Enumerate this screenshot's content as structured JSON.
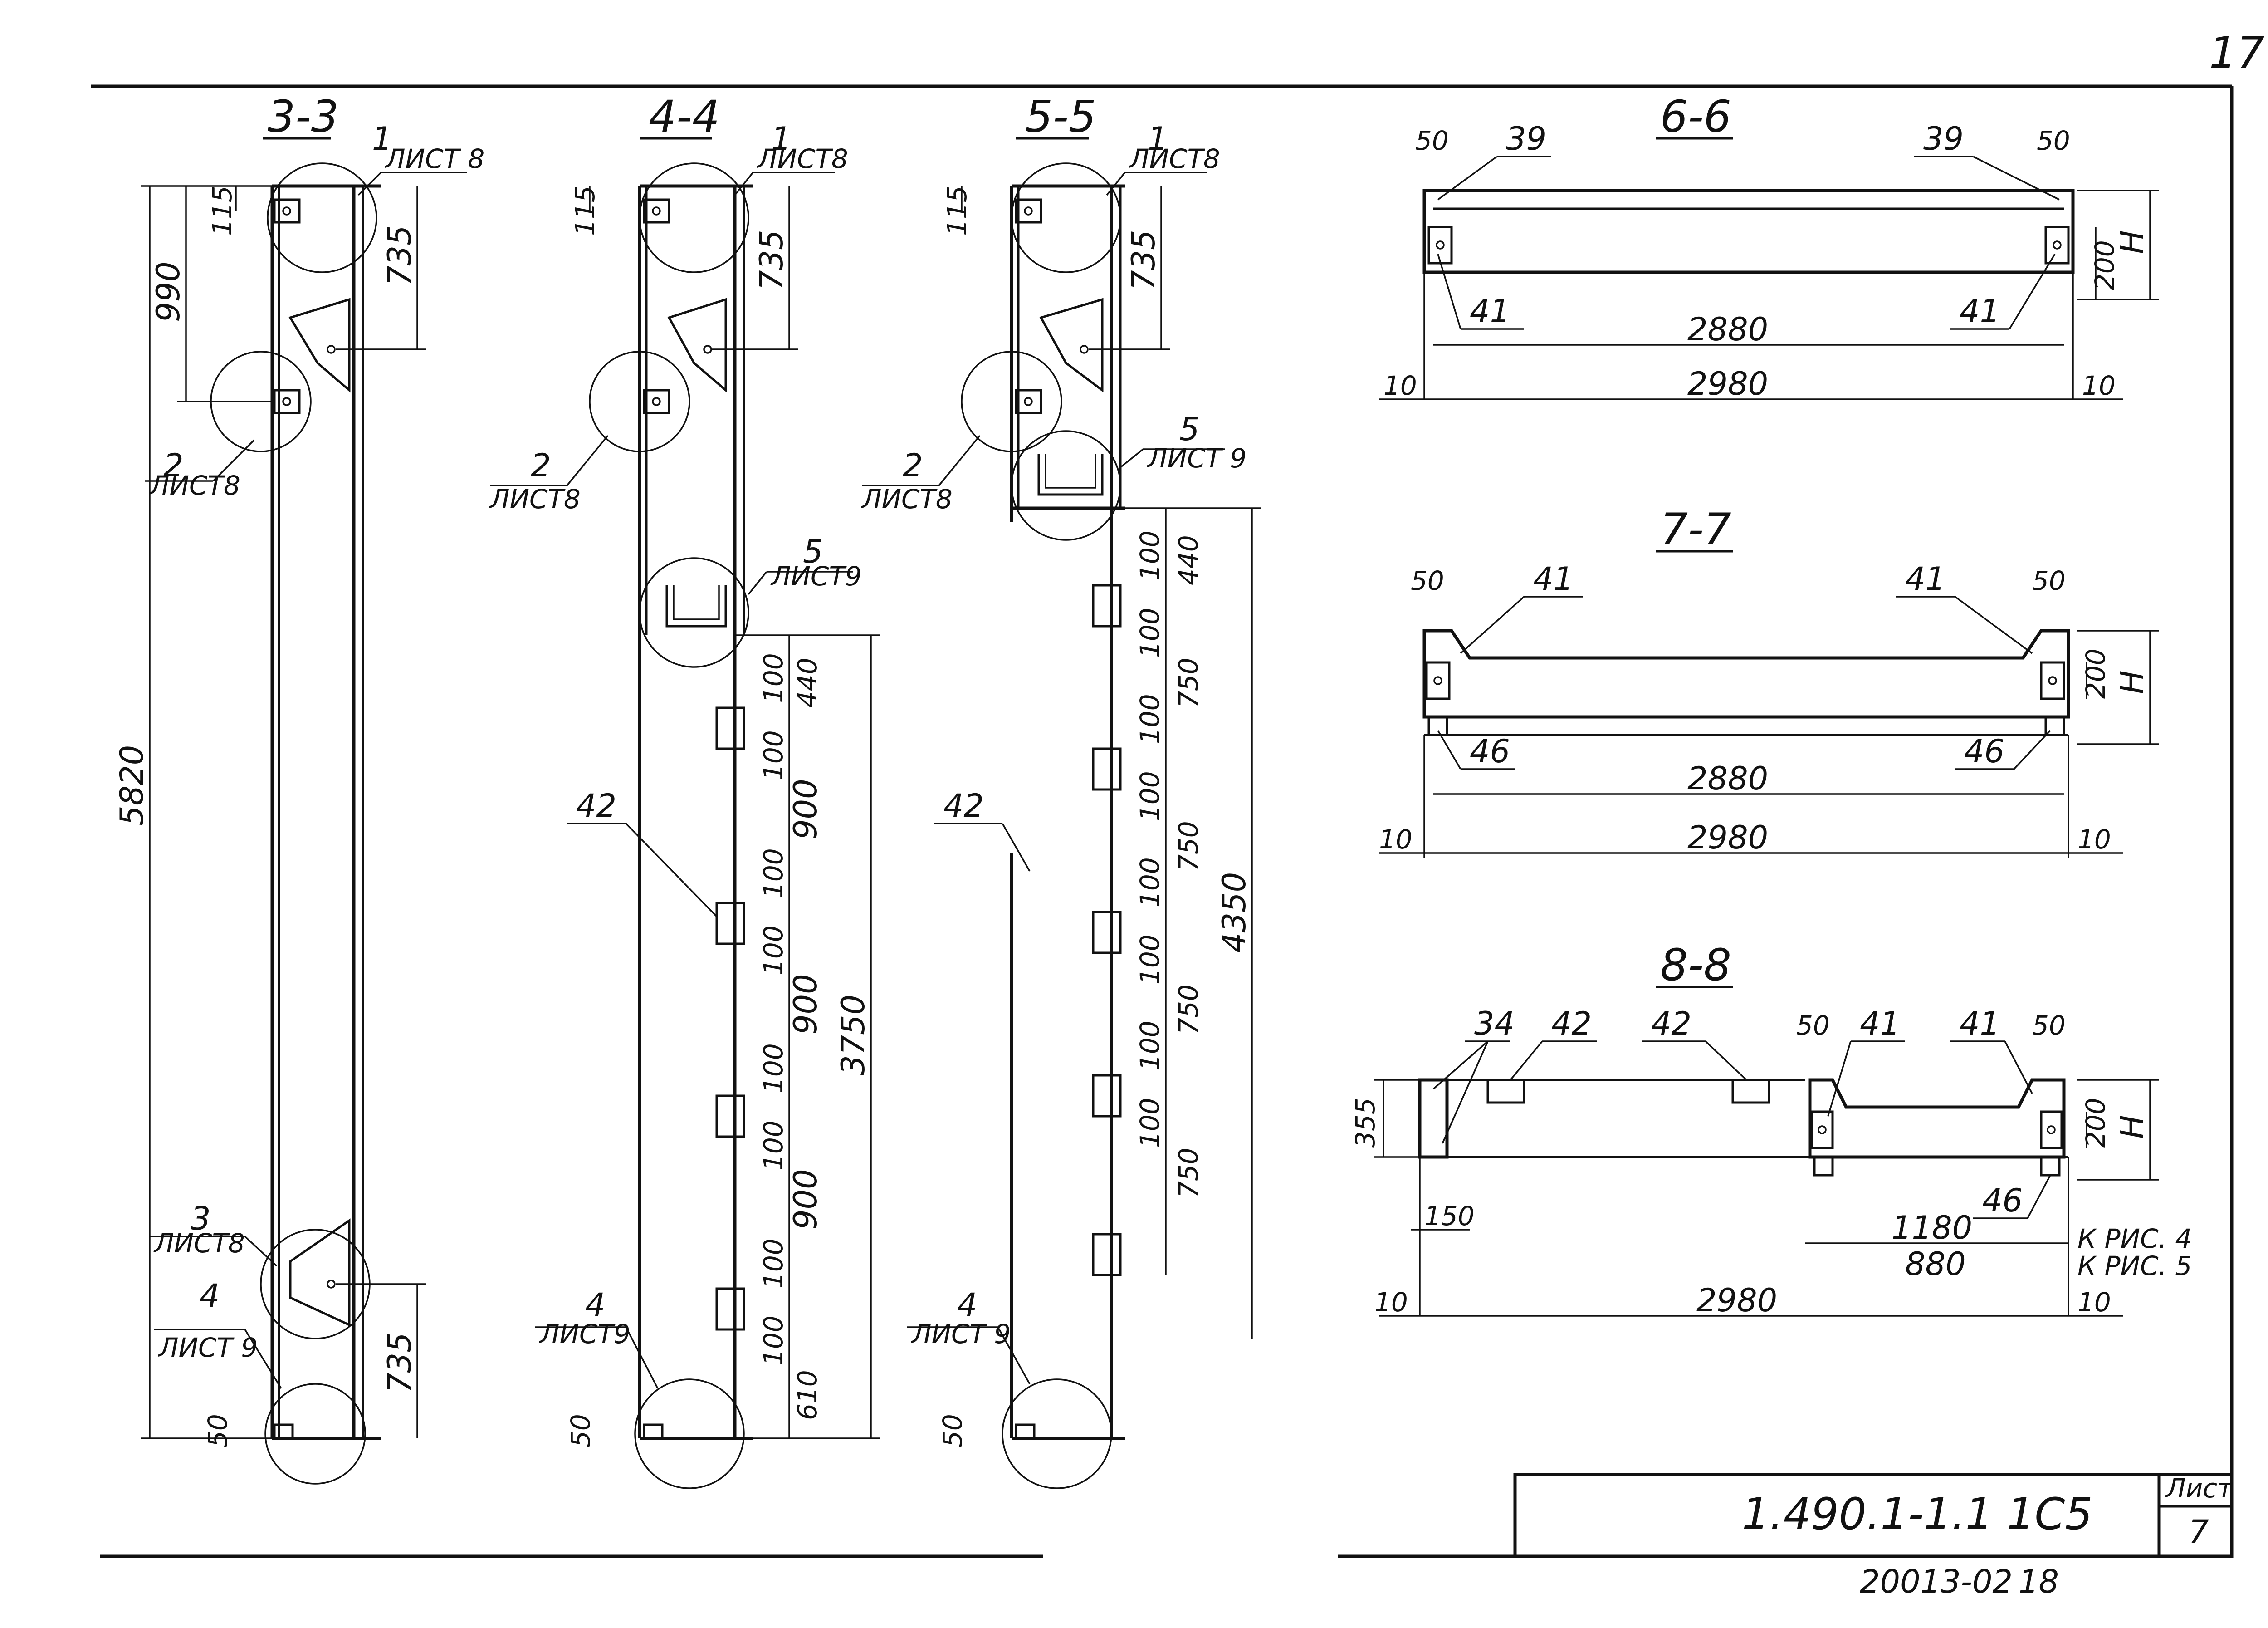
{
  "sheet": {
    "page_number": "17",
    "title_code": "1.490.1-1.1 1С5",
    "sheet_label": "Лист",
    "sheet_number": "7",
    "footer_code": "20013-02",
    "footer_number": "18"
  },
  "sections": {
    "s33": {
      "title": "3-3",
      "callout1_num": "1",
      "callout1_sheet": "ЛИСТ 8",
      "callout2_num": "2",
      "callout2_sheet": "ЛИСТ8",
      "callout3_num": "3",
      "callout3_sheet": "ЛИСТ8",
      "callout4_num": "4",
      "callout4_sheet": "ЛИСТ 9",
      "dim_115": "115",
      "dim_990": "990",
      "dim_735_top": "735",
      "dim_5820": "5820",
      "dim_735_bot": "735",
      "dim_50": "50"
    },
    "s44": {
      "title": "4-4",
      "callout1_num": "1",
      "callout1_sheet": "ЛИСТ8",
      "callout2_num": "2",
      "callout2_sheet": "ЛИСТ8",
      "callout5_num": "5",
      "callout5_sheet": "ЛИСТ9",
      "callout4_num": "4",
      "callout4_sheet": "ЛИСТ9",
      "label_42": "42",
      "dim_115": "115",
      "dim_735": "735",
      "dim_100_a": "100",
      "dim_440": "440",
      "dim_100_b": "100",
      "dim_900_a": "900",
      "dim_100_c": "100",
      "dim_100_d": "100",
      "dim_900_b": "900",
      "dim_100_e": "100",
      "dim_100_f": "100",
      "dim_900_c": "900",
      "dim_100_g": "100",
      "dim_100_h": "100",
      "dim_610": "610",
      "dim_3750": "3750",
      "dim_50": "50"
    },
    "s55": {
      "title": "5-5",
      "callout1_num": "1",
      "callout1_sheet": "ЛИСТ8",
      "callout2_num": "2",
      "callout2_sheet": "ЛИСТ8",
      "callout5_num": "5",
      "callout5_sheet": "ЛИСТ 9",
      "callout4_num": "4",
      "callout4_sheet": "ЛИСТ 9",
      "label_42": "42",
      "dim_115": "115",
      "dim_735": "735",
      "dim_100_a": "100",
      "dim_440": "440",
      "dim_100_b": "100",
      "dim_750_a": "750",
      "dim_100_c": "100",
      "dim_100_d": "100",
      "dim_750_b": "750",
      "dim_100_e": "100",
      "dim_100_f": "100",
      "dim_750_c": "750",
      "dim_100_g": "100",
      "dim_100_h": "100",
      "dim_750_d": "750",
      "dim_4350": "4350",
      "dim_50": "50"
    },
    "s66": {
      "title": "6-6",
      "dim_50_l": "50",
      "label_39_l": "39",
      "label_39_r": "39",
      "dim_50_r": "50",
      "label_41_l": "41",
      "label_41_r": "41",
      "dim_2880": "2880",
      "dim_2980": "2980",
      "dim_10_l": "10",
      "dim_10_r": "10",
      "dim_200": "200",
      "dim_H": "H"
    },
    "s77": {
      "title": "7-7",
      "dim_50_l": "50",
      "label_41_l": "41",
      "label_41_r": "41",
      "dim_50_r": "50",
      "label_46_l": "46",
      "label_46_r": "46",
      "dim_2880": "2880",
      "dim_2980": "2980",
      "dim_10_l": "10",
      "dim_10_r": "10",
      "dim_200": "200",
      "dim_H": "H"
    },
    "s88": {
      "title": "8-8",
      "label_34": "34",
      "label_42_a": "42",
      "label_42_b": "42",
      "dim_50_l": "50",
      "label_41_a": "41",
      "label_41_b": "41",
      "dim_50_r": "50",
      "dim_355": "355",
      "dim_150": "150",
      "dim_200": "200",
      "dim_H": "H",
      "label_46": "46",
      "dim_1180": "1180",
      "dim_880": "880",
      "note_fig4": "К РИС. 4",
      "note_fig5": "К РИС. 5",
      "dim_2980": "2980",
      "dim_10_l": "10",
      "dim_10_r": "10"
    }
  }
}
